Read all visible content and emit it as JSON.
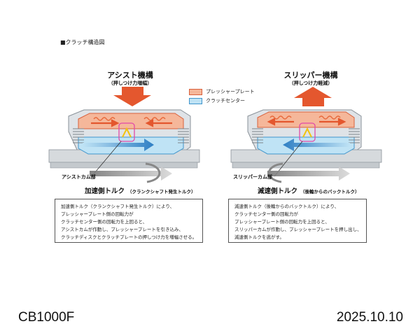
{
  "figure_title": "■クラッチ構造図",
  "legend": [
    {
      "label": "プレッシャープレート",
      "color": "#f5b79a",
      "border": "#d9603b"
    },
    {
      "label": "クラッチセンター",
      "color": "#bfe3f5",
      "border": "#3f95cc"
    }
  ],
  "assist": {
    "title": "アシスト機構",
    "subtitle": "（押しつけ力増幅）",
    "cam_label": "アシストカム部",
    "torque_label": "加速側トルク",
    "torque_note": "（クランクシャフト発生トルク）",
    "description": [
      "加速側トルク（クランクシャフト発生トルク）により、",
      "プレッシャープレート側の回転力が",
      "クラッチセンター側の回転力を上回ると、",
      "アシストカムが作動し、プレッシャープレートを引き込み、",
      "クラッチディスクとクラッチプレートの押しつけ力を増幅させる。"
    ]
  },
  "slipper": {
    "title": "スリッパー機構",
    "subtitle": "（押しつけ力軽減）",
    "cam_label": "スリッパーカム部",
    "torque_label": "減速側トルク",
    "torque_note": "（後輪からのバックトルク）",
    "description": [
      "減速側トルク（後輪からのバックトルク）により、",
      "クラッチセンター側の回転力が",
      "プレッシャープレート側の回転力を上回ると、",
      "スリッパーカムが作動し、プレッシャープレートを押し出し、",
      "減速側トルクを逃がす。"
    ]
  },
  "footer": {
    "model": "CB1000F",
    "date": "2025.10.10"
  },
  "colors": {
    "arrow_red": "#e4572e",
    "arrow_blue": "#2f7fc4",
    "housing": "#c8ced4",
    "spring": "#e86a3c"
  }
}
